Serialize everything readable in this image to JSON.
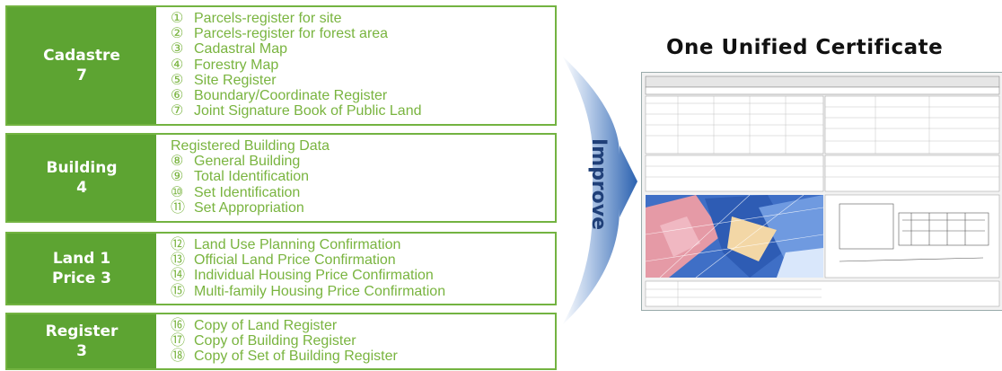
{
  "groups": [
    {
      "label_line1": "Cadastre",
      "label_line2": "7",
      "items": [
        {
          "num": "①",
          "text": "Parcels-register for site"
        },
        {
          "num": "②",
          "text": "Parcels-register for forest area"
        },
        {
          "num": "③",
          "text": "Cadastral Map"
        },
        {
          "num": "④",
          "text": "Forestry Map"
        },
        {
          "num": "⑤",
          "text": "Site Register"
        },
        {
          "num": "⑥",
          "text": "Boundary/Coordinate Register"
        },
        {
          "num": "⑦",
          "text": "Joint Signature Book of Public Land"
        }
      ]
    },
    {
      "label_line1": "Building",
      "label_line2": "4",
      "heading": "Registered Building Data",
      "items": [
        {
          "num": "⑧",
          "text": "General Building"
        },
        {
          "num": "⑨",
          "text": "Total Identification"
        },
        {
          "num": "⑩",
          "text": "Set Identification"
        },
        {
          "num": "⑪",
          "text": "Set Appropriation"
        }
      ]
    },
    {
      "label_line1": "Land 1",
      "label_line2": "Price 3",
      "items": [
        {
          "num": "⑫",
          "text": "Land Use Planning Confirmation"
        },
        {
          "num": "⑬",
          "text": "Official Land Price Confirmation"
        },
        {
          "num": "⑭",
          "text": "Individual Housing Price Confirmation"
        },
        {
          "num": "⑮",
          "text": "Multi-family Housing Price Confirmation"
        }
      ]
    },
    {
      "label_line1": "Register",
      "label_line2": "3",
      "items": [
        {
          "num": "⑯",
          "text": "Copy of Land Register"
        },
        {
          "num": "⑰",
          "text": "Copy of Building Register"
        },
        {
          "num": "⑱",
          "text": "Copy of Set of Building Register"
        }
      ]
    }
  ],
  "arrow_label": "Improve",
  "result_title": "One Unified Certificate",
  "colors": {
    "green_dark": "#5da432",
    "green_text": "#79b43f",
    "arrow_blue": "#2b62b0"
  }
}
